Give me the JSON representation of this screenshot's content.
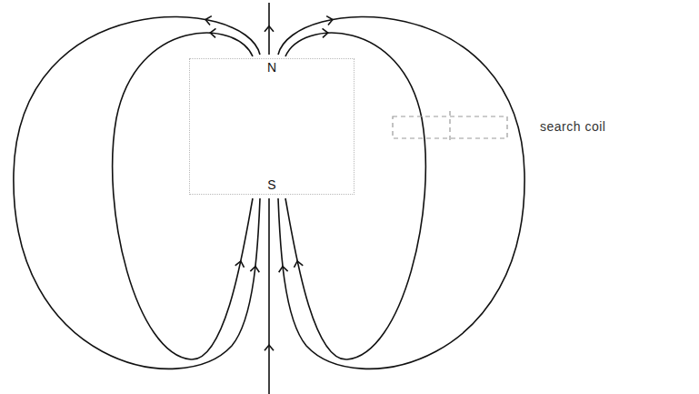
{
  "diagram": {
    "nodes": [
      {
        "text": [
          "N",
          "S"
        ]
      }
    ],
    "labels": [
      "search coil"
    ]
  }
}
